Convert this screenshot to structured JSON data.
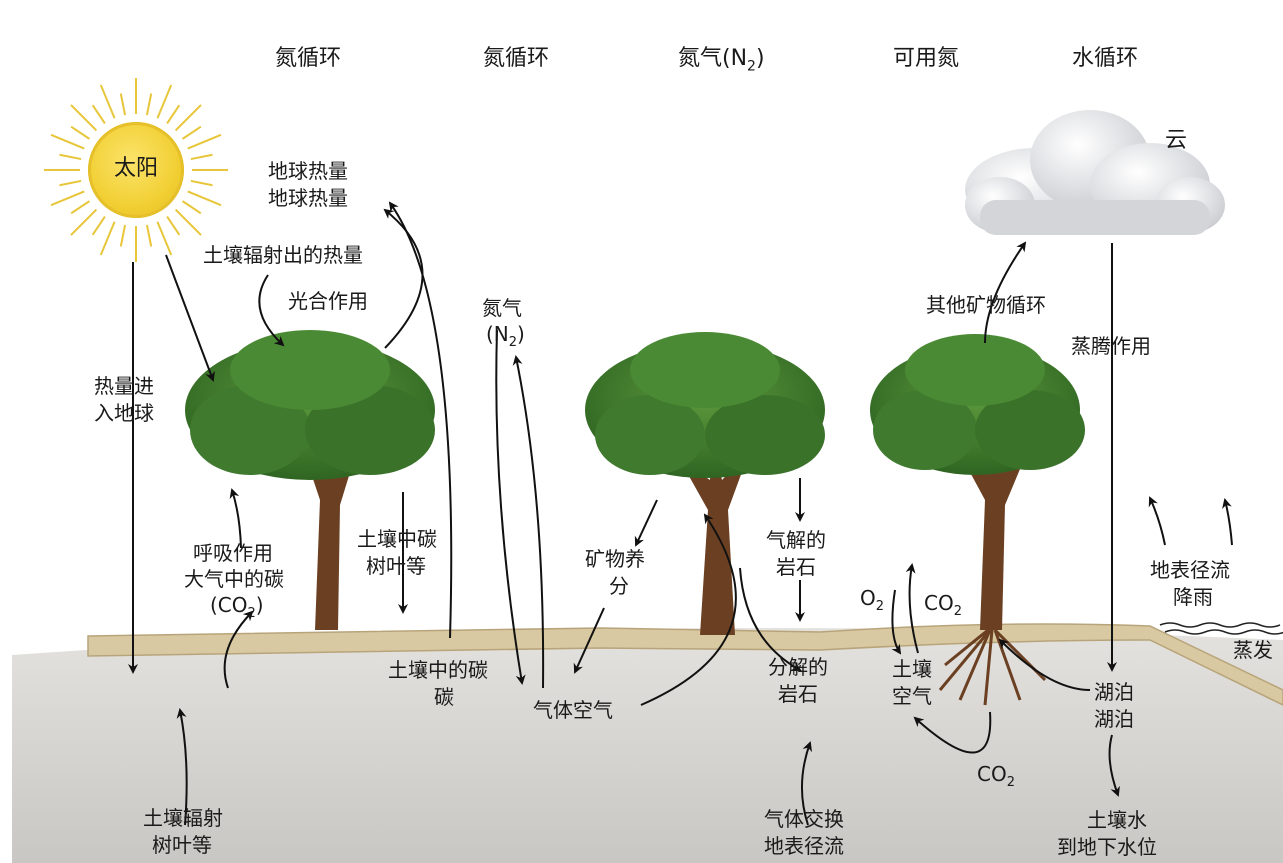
{
  "headers": {
    "h1": "氮循环",
    "h2": "氮循环",
    "h3_main": "氮气(N",
    "h3_sub": "2",
    "h3_tail": ")",
    "h4": "可用氮",
    "h5": "水循环"
  },
  "sun": {
    "label": "太阳"
  },
  "cloud": {
    "label": "云"
  },
  "labels": {
    "earth_heat_1": "地球热量",
    "earth_heat_2": "地球热量",
    "soil_radiated_heat": "土壤辐射出的热量",
    "photosynthesis": "光合作用",
    "heat_into_earth_1": "热量进",
    "heat_into_earth_2": "入地球",
    "nitrogen_gas_1": "氮气",
    "nitrogen_gas_2_main": "(N",
    "nitrogen_gas_2_sub": "2",
    "nitrogen_gas_2_tail": ")",
    "respiration_1": "呼吸作用",
    "respiration_2": "大气中的碳",
    "respiration_3_main": "(CO",
    "respiration_3_sub": "2",
    "respiration_3_tail": ")",
    "soil_leaves_1": "土壤中碳",
    "soil_leaves_2": "树叶等",
    "soil_carbon_1": "土壤中的碳",
    "soil_carbon_2": "碳",
    "mineral_nutrients_1": "矿物养",
    "mineral_nutrients_2": "分",
    "gas_air": "气体空气",
    "weathered_rock_1": "气解的",
    "weathered_rock_2": "岩石",
    "decomposed_rock_1": "分解的",
    "decomposed_rock_2": "岩石",
    "other_mineral_cycles": "其他矿物循环",
    "o2_main": "O",
    "o2_sub": "2",
    "co2_a_main": "CO",
    "co2_a_sub": "2",
    "soil_air_1": "土壤",
    "soil_air_2": "空气",
    "co2_b_main": "CO",
    "co2_b_sub": "2",
    "transpiration": "蒸腾作用",
    "surface_runoff_1": "地表径流",
    "surface_runoff_2": "降雨",
    "evaporation": "蒸发",
    "lake_1": "湖泊",
    "lake_2": "湖泊",
    "soil_radiation_1": "土壤辐射",
    "soil_radiation_2": "树叶等",
    "gas_exchange_1": "气体交换",
    "gas_exchange_2": "地表径流",
    "soil_water_1": "土壤水",
    "soil_water_2": "到地下水位"
  },
  "colors": {
    "sun": "#f1cf33",
    "foliage": "#3f7a2e",
    "trunk": "#6b4022",
    "soil": "#d9c9a3",
    "ground": "#d8d6d2",
    "arrow": "#111111"
  }
}
